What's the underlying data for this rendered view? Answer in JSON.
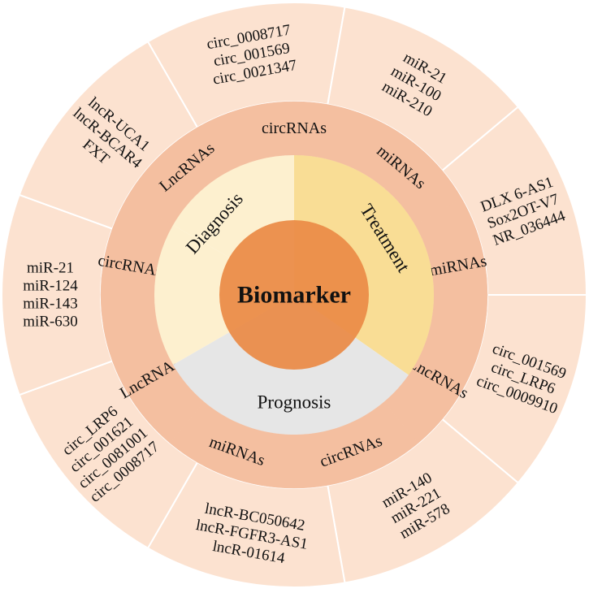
{
  "center": {
    "label": "Biomarker",
    "color": "#EA8A45"
  },
  "core": [
    {
      "label": "Diagnosis",
      "color": "#FDF0CF"
    },
    {
      "label": "Treatment",
      "color": "#F9DD95"
    },
    {
      "label": "Prognosis",
      "color": "#E6E6E6"
    }
  ],
  "ring": [
    {
      "label": "LncRNAs",
      "group": "Diagnosis"
    },
    {
      "label": "circRNAs",
      "group": "Diagnosis"
    },
    {
      "label": "miRNAs",
      "group": "Diagnosis"
    },
    {
      "label": "miRNAs",
      "group": "Treatment"
    },
    {
      "label": "LncRNAs",
      "group": "Treatment"
    },
    {
      "label": "circRNAs",
      "group": "Treatment"
    },
    {
      "label": "miRNAs",
      "group": "Prognosis"
    },
    {
      "label": "LncRNAs",
      "group": "Prognosis"
    },
    {
      "label": "circRNAs",
      "group": "Prognosis"
    }
  ],
  "outer": [
    {
      "items": [
        "circ_0008717",
        "circ_001569",
        "circ_0021347"
      ]
    },
    {
      "items": [
        "miR-21",
        "miR-100",
        "miR-210"
      ]
    },
    {
      "items": [
        "DLX 6-AS1",
        "Sox2OT-V7",
        "NR_036444"
      ]
    },
    {
      "items": [
        "circ_001569",
        "circ_LRP6",
        "circ_0009910"
      ]
    },
    {
      "items": [
        "miR-140",
        "miR-221",
        "miR-578"
      ]
    },
    {
      "items": [
        "lncR-BC050642",
        "lncR-FGFR3-AS1",
        "lncR-01614"
      ]
    },
    {
      "items": [
        "circ_LRP6",
        "circ_001621",
        "circ_0081001",
        "circ_0008717"
      ]
    },
    {
      "items": [
        "miR-21",
        "miR-124",
        "miR-143",
        "miR-630"
      ]
    },
    {
      "items": [
        "lncR-UCA1",
        "lncR-BCAR4",
        "FXT"
      ]
    }
  ],
  "colors": {
    "outer_fill": "#FCE2D0",
    "ring_fill": "#F4BFA0",
    "divider": "#FFFFFF"
  }
}
